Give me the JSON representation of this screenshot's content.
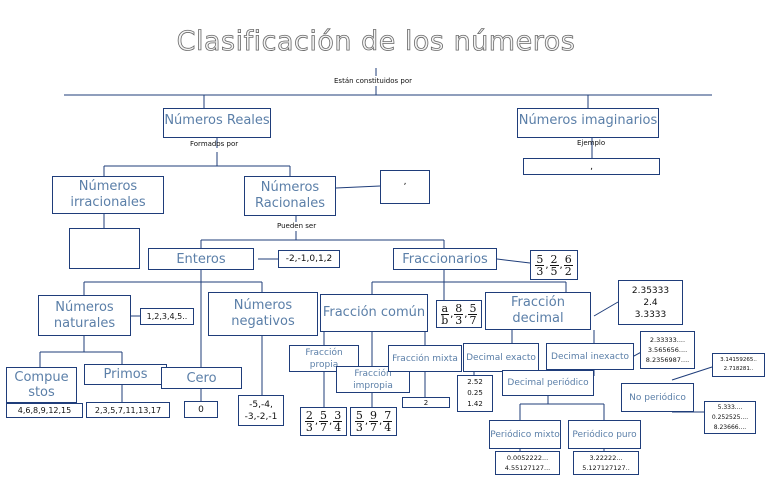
{
  "title": "Clasificación de los números",
  "connectors": {
    "constituidos": "Están constituidos por",
    "formados": "Formados por",
    "ejemplo": "Ejemplo",
    "pueden": "Pueden ser"
  },
  "nodes": {
    "reales": "Números Reales",
    "imaginarios": "Números imaginarios",
    "irracionales": "Números irracionales",
    "racionales": "Números Racionales",
    "enteros": "Enteros",
    "fraccionarios": "Fraccionarios",
    "naturales": "Números naturales",
    "negativos": "Números negativos",
    "compuestos": "Compue stos",
    "primos": "Primos",
    "cero": "Cero",
    "fraccion_comun": "Fracción común",
    "fraccion_decimal": "Fracción decimal",
    "fraccion_propia": "Fracción propia",
    "fraccion_impropia": "Fracción impropia",
    "fraccion_mixta": "Fracción mixta",
    "decimal_exacto": "Decimal exacto",
    "decimal_inexacto": "Decimal inexacto",
    "decimal_periodico": "Decimal periódico",
    "no_periodico": "No periódico",
    "periodico_mixto": "Periódico mixto",
    "periodico_puro": "Periódico puro"
  },
  "values": {
    "racionales_box": ",",
    "imaginarios_box": ",",
    "enteros_ex": "-2,-1,0,1,2",
    "naturales_ex": "1,2,3,4,5..",
    "compuestos_ex": "4,6,8,9,12,15",
    "primos_ex": "2,3,5,7,11,13,17",
    "cero_ex": "0",
    "negativos_ex": "-5,-4, -3,-2,-1",
    "mixta_ex": "2",
    "decimal_list": [
      "2.35333",
      "2.4",
      "3.3333"
    ],
    "inexacto_ex": [
      "2.33333....",
      "3.565656....",
      "8.2356987...."
    ],
    "exacto_ex": [
      "2.52",
      "0.25",
      "1.42"
    ],
    "irracional_ex": [
      "3.14159265..",
      "2.718281.."
    ],
    "noperiodico_ex": [
      "5.333....",
      "0.252525....",
      "8.23666...."
    ],
    "mixto_ex": [
      "0.0052222...",
      "4.55127127..."
    ],
    "puro_ex": [
      "3.22222...",
      "5.127127127.."
    ]
  },
  "fractions": {
    "fraccionarios": [
      [
        "5",
        "3"
      ],
      [
        "2",
        "5"
      ],
      [
        "6",
        "2"
      ]
    ],
    "general": [
      [
        "a",
        "b"
      ],
      [
        "8",
        "3"
      ],
      [
        "5",
        "7"
      ]
    ],
    "propia": [
      [
        "2",
        "3"
      ],
      [
        "5",
        "7"
      ],
      [
        "3",
        "4"
      ]
    ],
    "impropia": [
      [
        "5",
        "3"
      ],
      [
        "9",
        "7"
      ],
      [
        "7",
        "4"
      ]
    ]
  }
}
